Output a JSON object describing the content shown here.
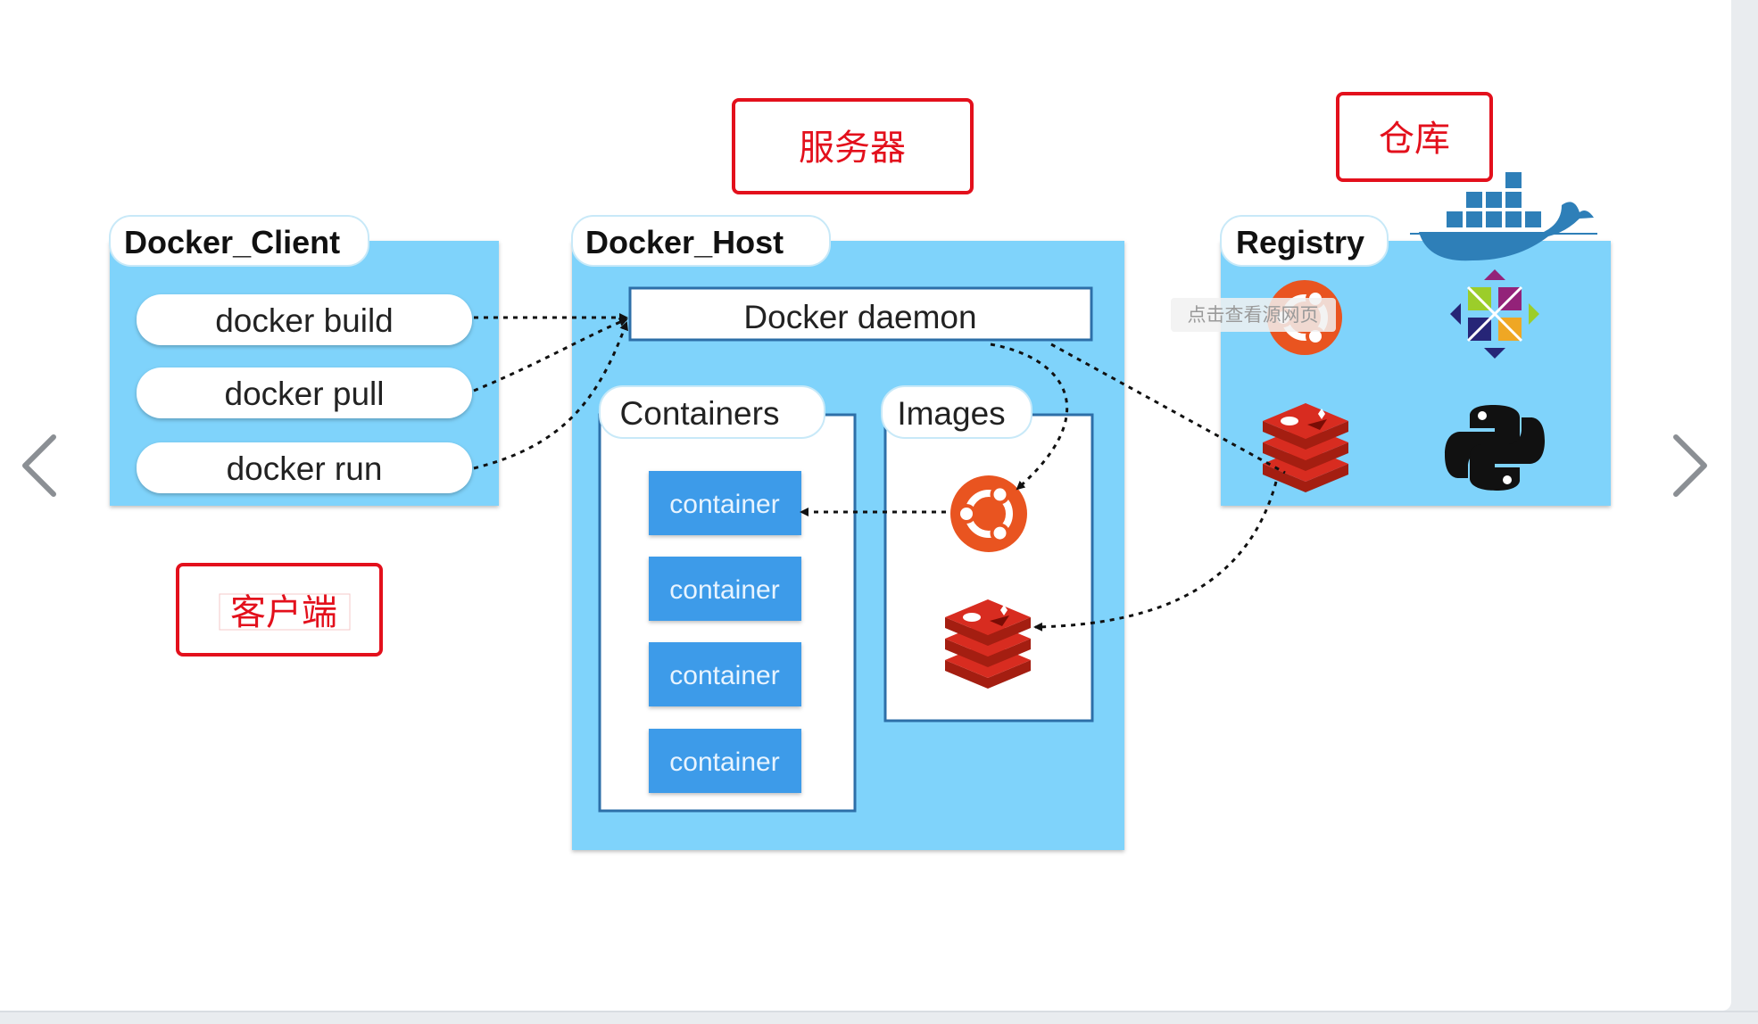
{
  "labels": {
    "server_cn": "服务器",
    "registry_cn": "仓库",
    "client_cn": "客户端"
  },
  "client": {
    "title": "Docker_Client",
    "commands": [
      "docker build",
      "docker pull",
      "docker run"
    ]
  },
  "host": {
    "title": "Docker_Host",
    "daemon": "Docker daemon",
    "containers_title": "Containers",
    "container_label": "container",
    "images_title": "Images"
  },
  "registry": {
    "title": "Registry",
    "icons": [
      "ubuntu-icon",
      "centos-icon",
      "redis-icon",
      "python-icon"
    ]
  },
  "watermark": "点击查看源网页",
  "nav": {
    "prev": "‹",
    "next": "›"
  },
  "colors": {
    "panel": "#7fd3fb",
    "container": "#3d9be9",
    "annotation": "#e3101c",
    "ubuntu": "#e95420",
    "redis": "#c6302b",
    "docker_whale": "#2e7fb8"
  }
}
